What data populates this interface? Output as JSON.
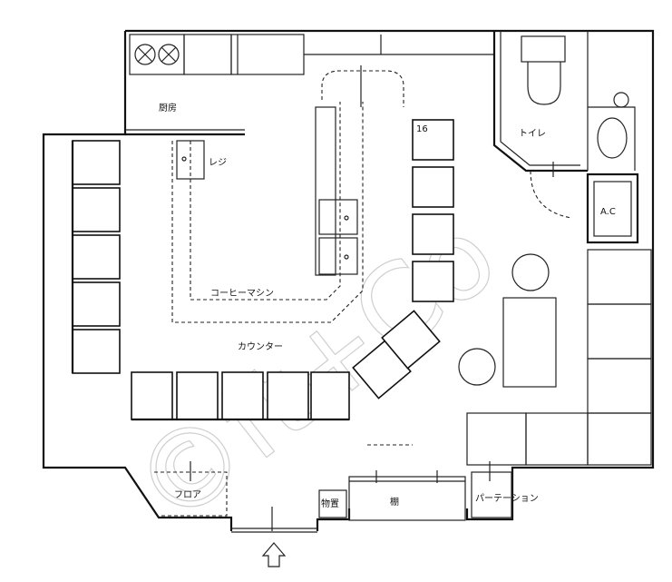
{
  "labels": {
    "kitchen": "厨房",
    "toilet": "トイレ",
    "ac": "A.C",
    "counter": "カウンター",
    "coffee": "コーヒーマシン",
    "register": "レジ",
    "floor": "フロア",
    "storage": "物置",
    "shelf": "棚",
    "partition": "パーテーション",
    "number": "16"
  },
  "watermark": "©ft+Co",
  "colors": {
    "line": "#111111",
    "background": "#ffffff",
    "watermark": "#cfcfcf"
  }
}
